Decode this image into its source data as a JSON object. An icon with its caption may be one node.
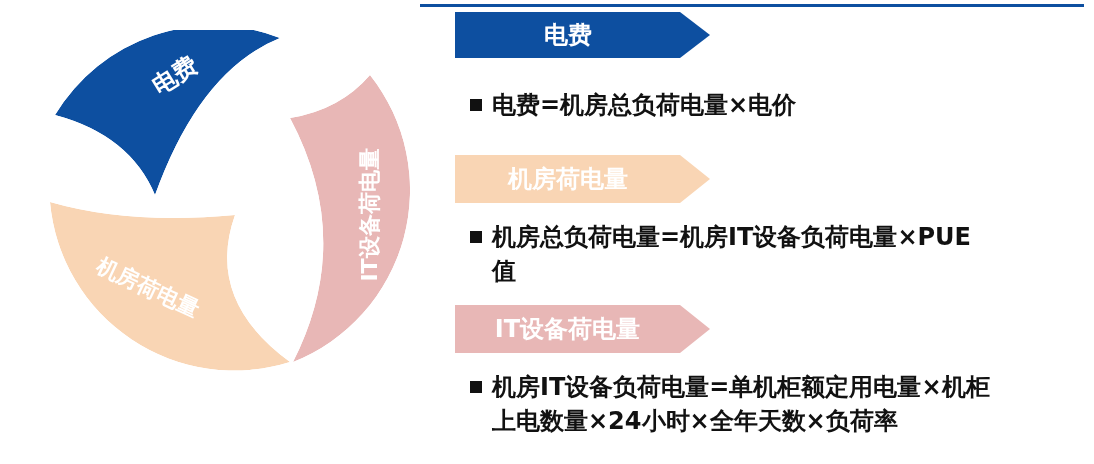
{
  "diagram": {
    "nodes": [
      {
        "text": [
          "电费"
        ]
      },
      {
        "text": [
          "IT设备荷电量"
        ]
      },
      {
        "text": [
          "机房荷电量"
        ]
      },
      {
        "text": [
          "电费"
        ]
      },
      {
        "text": [
          "机房荷电量"
        ]
      },
      {
        "text": [
          "IT设备荷电量"
        ]
      }
    ],
    "edges": [],
    "labels": [
      "电费=机房总负荷电量×电价",
      "机房总负荷电量=机房IT设备负荷电量×PUE值",
      "机房IT设备负荷电量=单机柜额定用电量×机柜上电数量×24小时×全年天数×负荷率"
    ]
  }
}
